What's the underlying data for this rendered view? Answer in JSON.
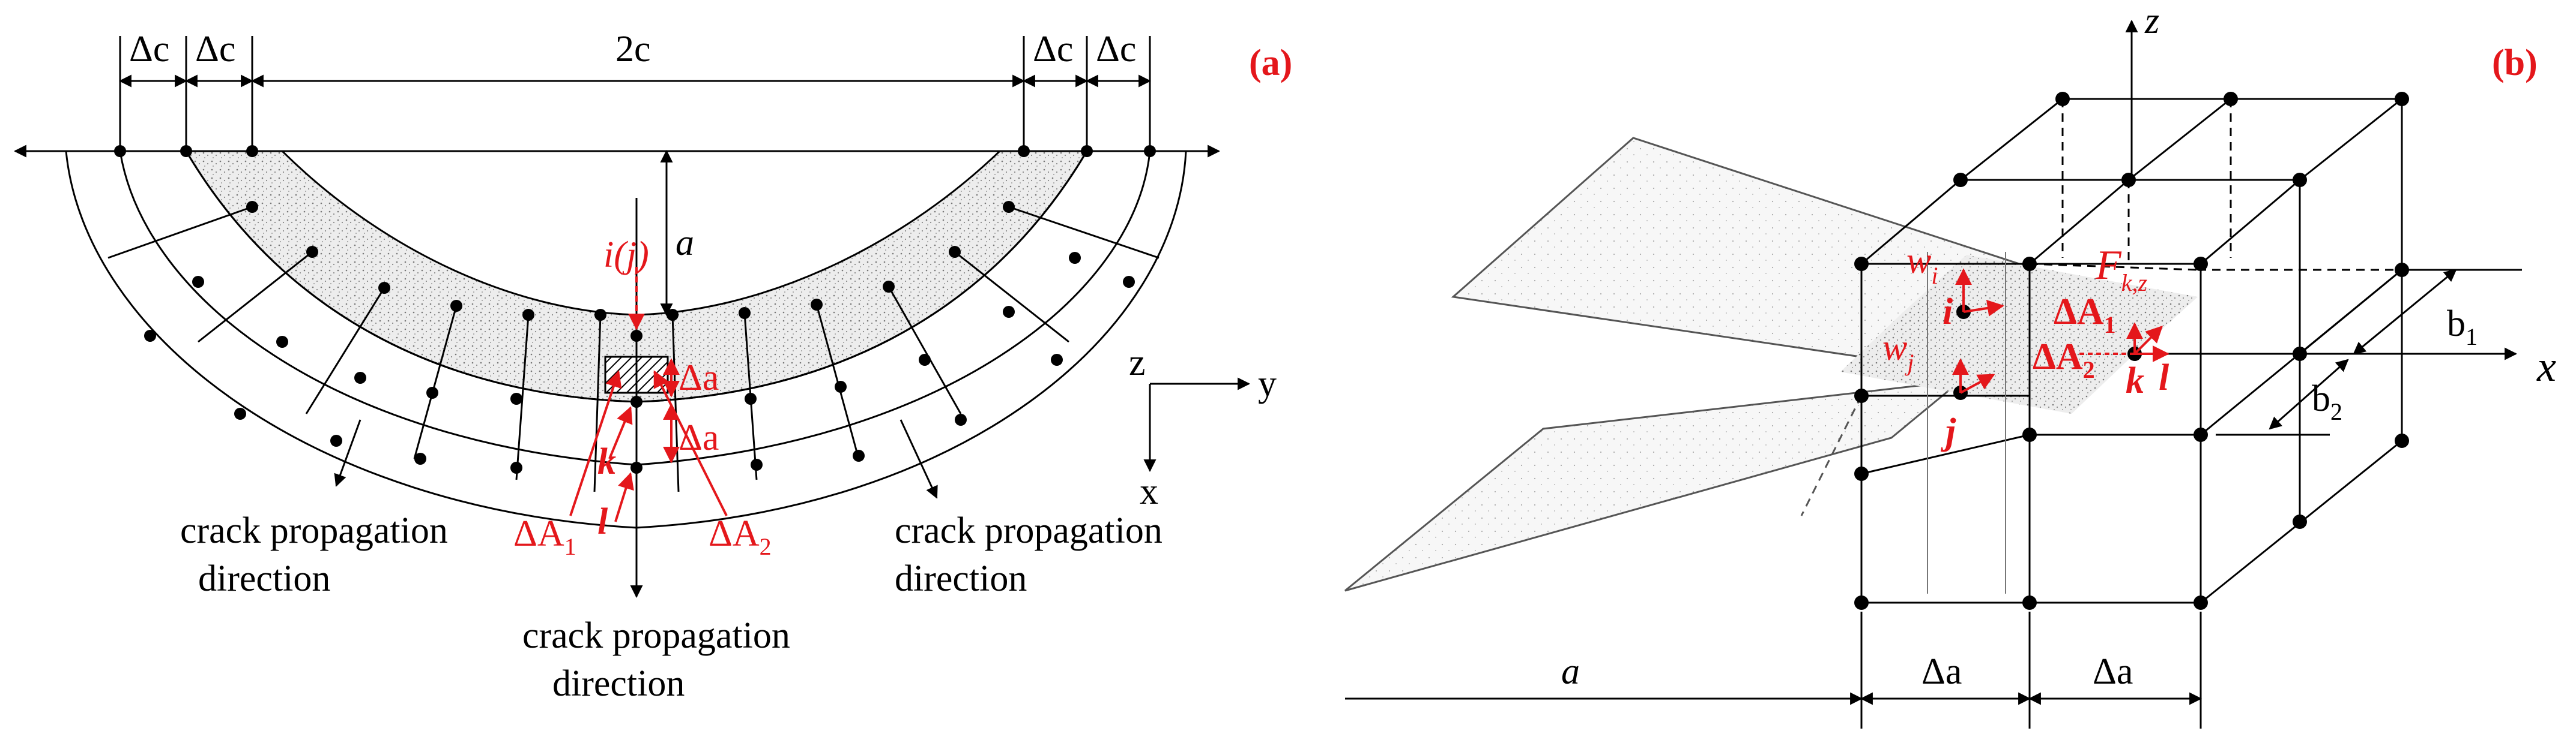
{
  "panel_a": {
    "tag": "(a)",
    "dim_delta_c": "Δc",
    "dim_2c": "2c",
    "depth_a": "a",
    "node_il": "i(j)",
    "node_k": "k",
    "node_l": "l",
    "delta_a": "Δa",
    "area_1": "ΔA",
    "area_1_sub": "1",
    "area_2": "ΔA",
    "area_2_sub": "2",
    "axis_z": "z",
    "axis_y": "y",
    "axis_x": "x",
    "dir_left_line1": "crack propagation",
    "dir_left_line2": "direction",
    "dir_center_line1": "crack propagation",
    "dir_center_line2": "direction",
    "dir_right_line1": "crack propagation",
    "dir_right_line2": "direction"
  },
  "panel_b": {
    "tag": "(b)",
    "axis_z": "z",
    "axis_x": "x",
    "w_i": "w",
    "w_i_sub": "i",
    "w_j": "w",
    "w_j_sub": "j",
    "node_i": "i",
    "node_j": "j",
    "node_k": "k",
    "node_l": "l",
    "force": "F",
    "force_sub": "k,z",
    "area_1": "ΔA",
    "area_1_sub": "1",
    "area_2": "ΔA",
    "area_2_sub": "2",
    "b1": "b",
    "b1_sub": "1",
    "b2": "b",
    "b2_sub": "2",
    "dim_a": "a",
    "dim_da1": "Δa",
    "dim_da2": "Δa"
  },
  "colors": {
    "annotation_red": "#e4171b",
    "ink": "#000000",
    "stipple": "#b9b9b9"
  }
}
